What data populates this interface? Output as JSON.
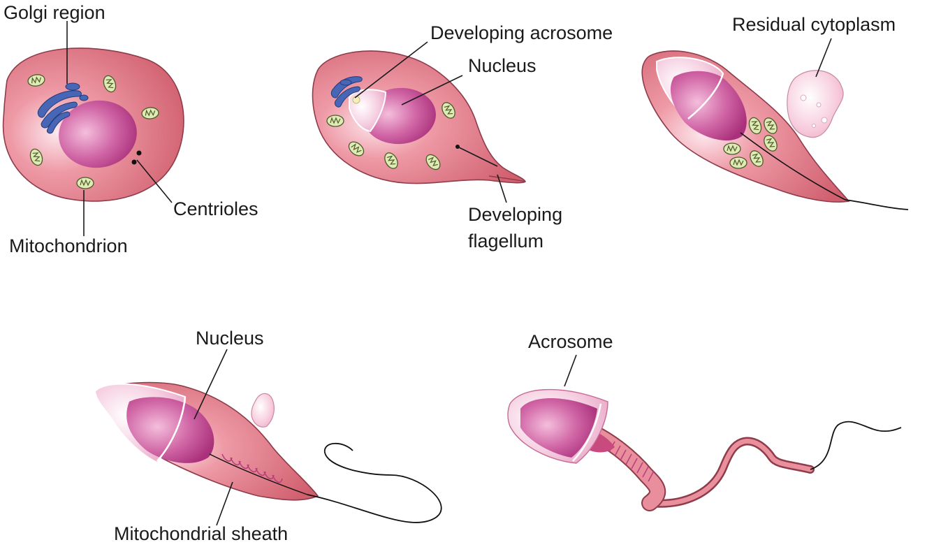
{
  "labels": {
    "golgi_region": "Golgi region",
    "centrioles": "Centrioles",
    "mitochondrion": "Mitochondrion",
    "developing_acrosome": "Developing acrosome",
    "nucleus_stage2": "Nucleus",
    "developing_flagellum_line1": "Developing",
    "developing_flagellum_line2": "flagellum",
    "residual_cytoplasm": "Residual cytoplasm",
    "nucleus_stage4": "Nucleus",
    "mitochondrial_sheath": "Mitochondrial sheath",
    "acrosome": "Acrosome"
  },
  "colors": {
    "cytoplasm": "#d96e7c",
    "cytoplasm_dark": "#c2566a",
    "nucleus": "#c0408a",
    "nucleus_light": "#e08cbe",
    "acrosome": "#f3c2d8",
    "residual": "#f6c4d6",
    "golgi": "#3f5fb0",
    "mitochondria": "#dfeab4",
    "mitochondria_line": "#4a5a2a"
  }
}
